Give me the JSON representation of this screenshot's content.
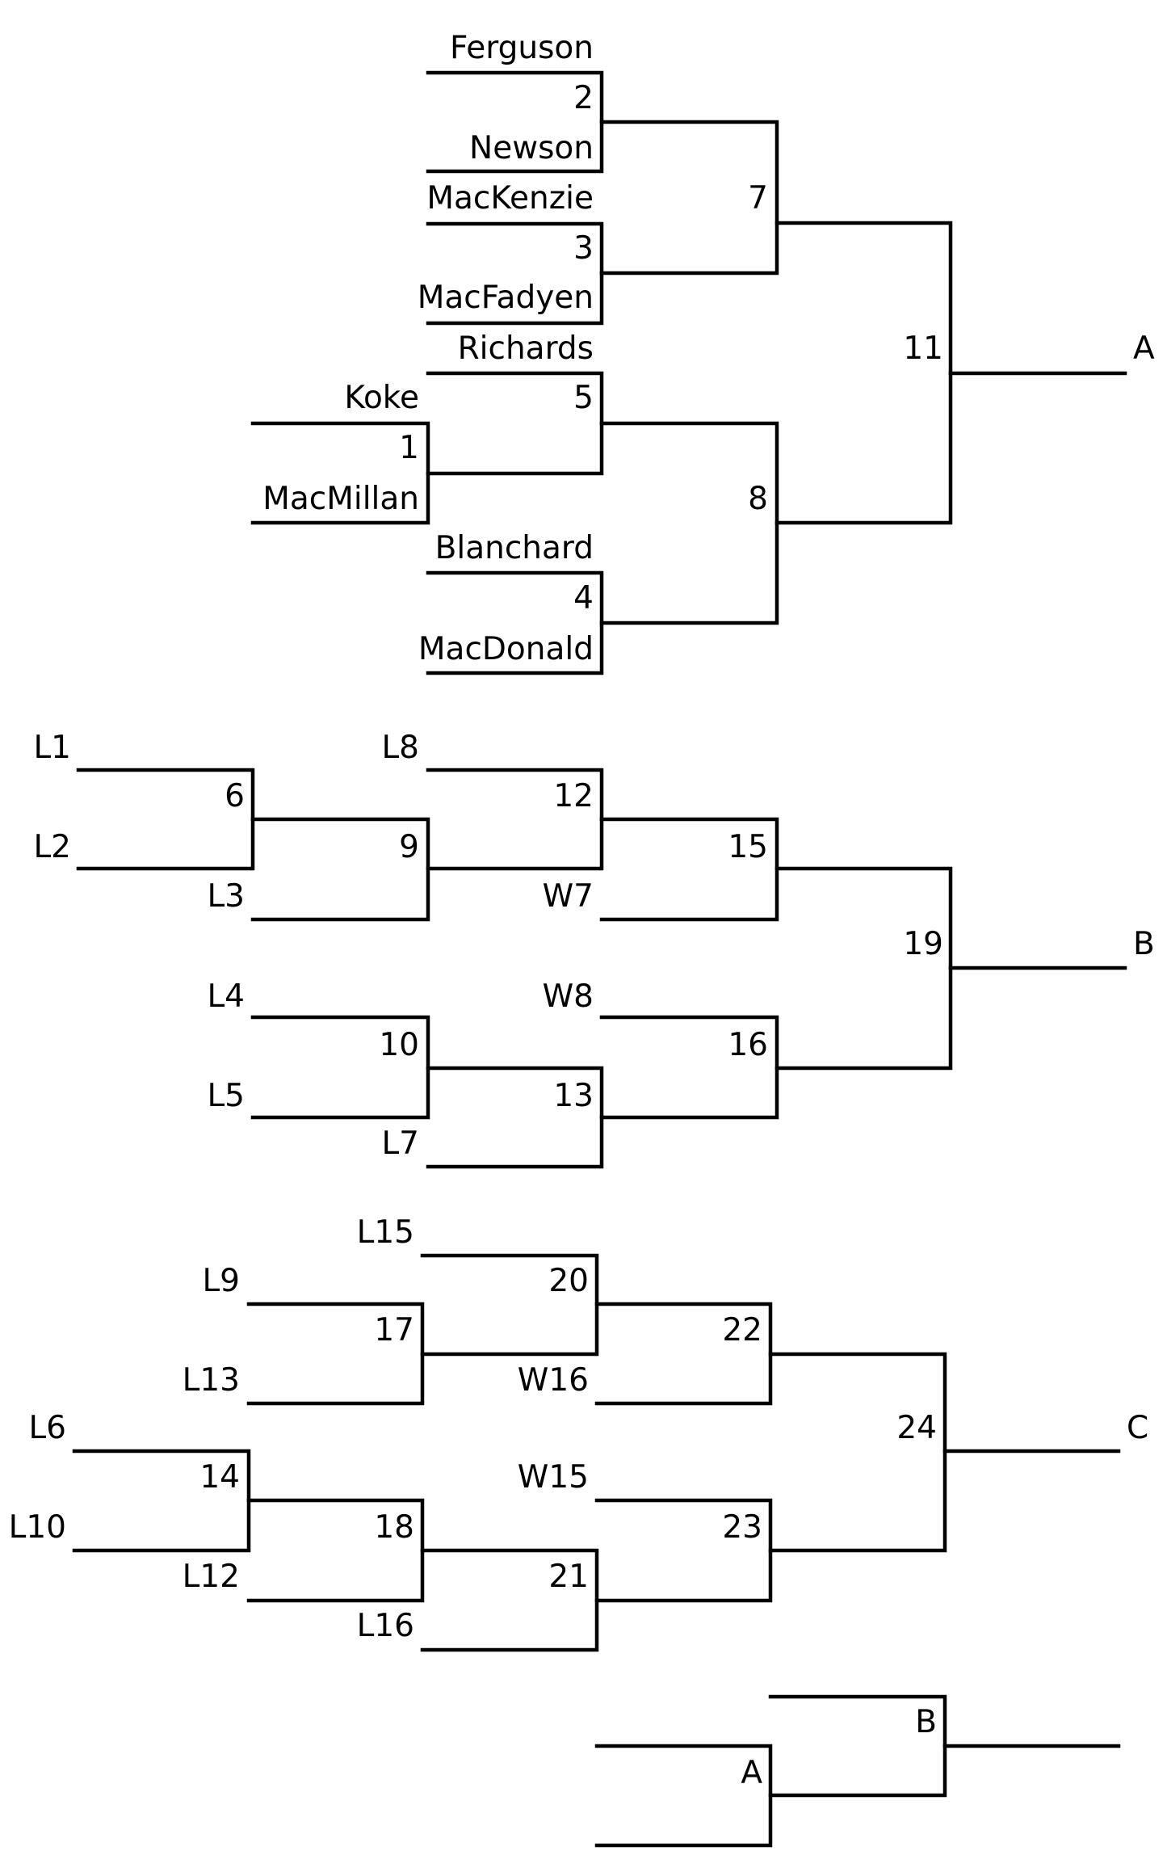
{
  "main_draw": {
    "entrants": {
      "ferguson": "Ferguson",
      "newson": "Newson",
      "mackenzie": "MacKenzie",
      "macfadyen": "MacFadyen",
      "richards": "Richards",
      "koke": "Koke",
      "macmillan": "MacMillan",
      "blanchard": "Blanchard",
      "macdonald": "MacDonald"
    },
    "games": {
      "g1": "1",
      "g2": "2",
      "g3": "3",
      "g4": "4",
      "g5": "5",
      "g7": "7",
      "g8": "8",
      "g11": "11"
    },
    "qualifier": "A"
  },
  "second_draw": {
    "feeders": {
      "l1": "L1",
      "l2": "L2",
      "l3": "L3",
      "l4": "L4",
      "l5": "L5",
      "l7": "L7",
      "l8": "L8",
      "w7": "W7",
      "w8": "W8"
    },
    "games": {
      "g6": "6",
      "g9": "9",
      "g10": "10",
      "g12": "12",
      "g13": "13",
      "g15": "15",
      "g16": "16",
      "g19": "19"
    },
    "qualifier": "B"
  },
  "third_draw": {
    "feeders": {
      "l15": "L15",
      "l9": "L9",
      "l13": "L13",
      "w16": "W16",
      "l6": "L6",
      "l10": "L10",
      "w15": "W15",
      "l12": "L12",
      "l16": "L16"
    },
    "games": {
      "g14": "14",
      "g17": "17",
      "g18": "18",
      "g20": "20",
      "g21": "21",
      "g22": "22",
      "g23": "23",
      "g24": "24"
    },
    "qualifier": "C"
  },
  "final_section": {
    "labels": {
      "a": "A",
      "b": "B"
    }
  }
}
